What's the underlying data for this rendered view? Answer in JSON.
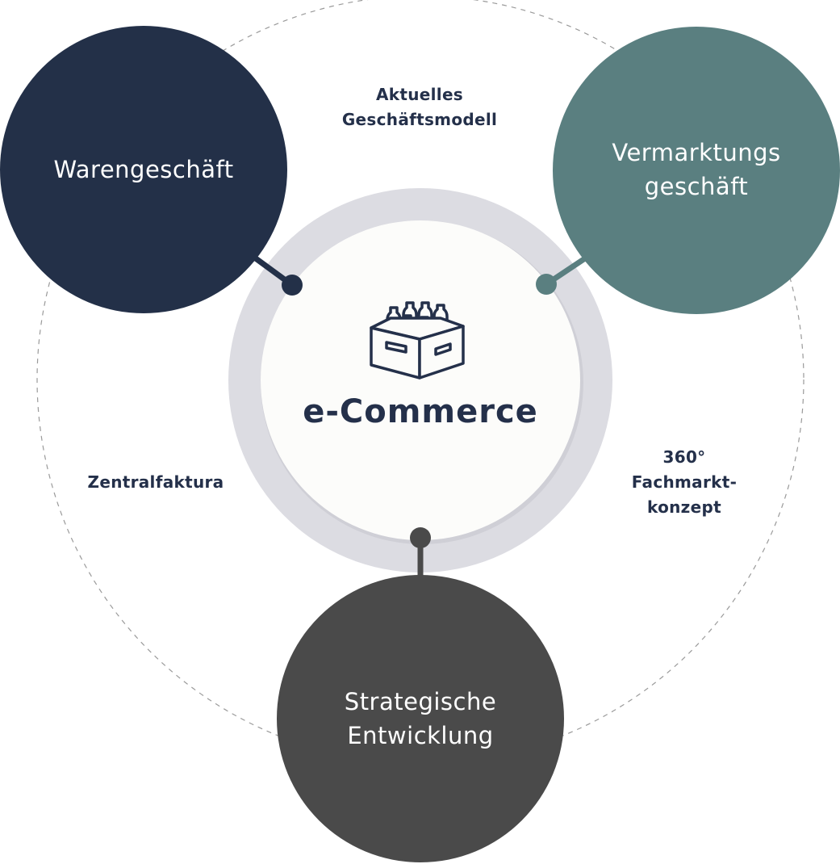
{
  "center": {
    "title": "e-Commerce",
    "icon": "bottle-crate-icon"
  },
  "nodes": {
    "warengeschaeft": {
      "label": "Warengeschäft",
      "color": "#233048"
    },
    "vermarktung": {
      "label_line1": "Vermarktungs",
      "label_line2": "geschäft",
      "color": "#5a7f80"
    },
    "strategie": {
      "label_line1": "Strategische",
      "label_line2": "Entwicklung",
      "color": "#4a4a4a"
    }
  },
  "labels": {
    "top_line1": "Aktuelles",
    "top_line2": "Geschäftsmodell",
    "left": "Zentralfaktura",
    "right_line1": "360°",
    "right_line2": "Fachmarkt-",
    "right_line3": "konzept"
  },
  "colors": {
    "text": "#24304a",
    "ring": "#dcdce2",
    "center_fill": "#fcfcfa",
    "dashed": "#9a9a9a"
  }
}
